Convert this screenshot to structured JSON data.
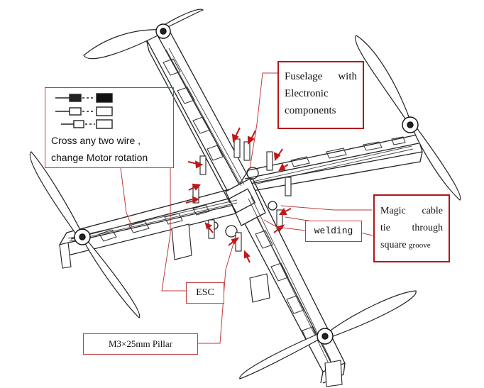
{
  "colors": {
    "callout_red": "#b01818",
    "line": "#222222",
    "paper": "#ffffff"
  },
  "labels": {
    "fuselage_line1": "Fuselage with",
    "fuselage_line2": "Electronic",
    "fuselage_line3": "components",
    "wire_line1": "Cross any two wire ,",
    "wire_line2": "change Motor rotation",
    "welding": "welding",
    "magic_line1": "Magic cable",
    "magic_line2": "tie through",
    "magic_line3a": "square",
    "magic_line3b": "groove",
    "esc": "ESC",
    "pillar": "M3×25mm Pillar"
  },
  "icons": [
    "propeller-icon",
    "motor-icon",
    "wire-connector-icon",
    "arrow-icon"
  ]
}
